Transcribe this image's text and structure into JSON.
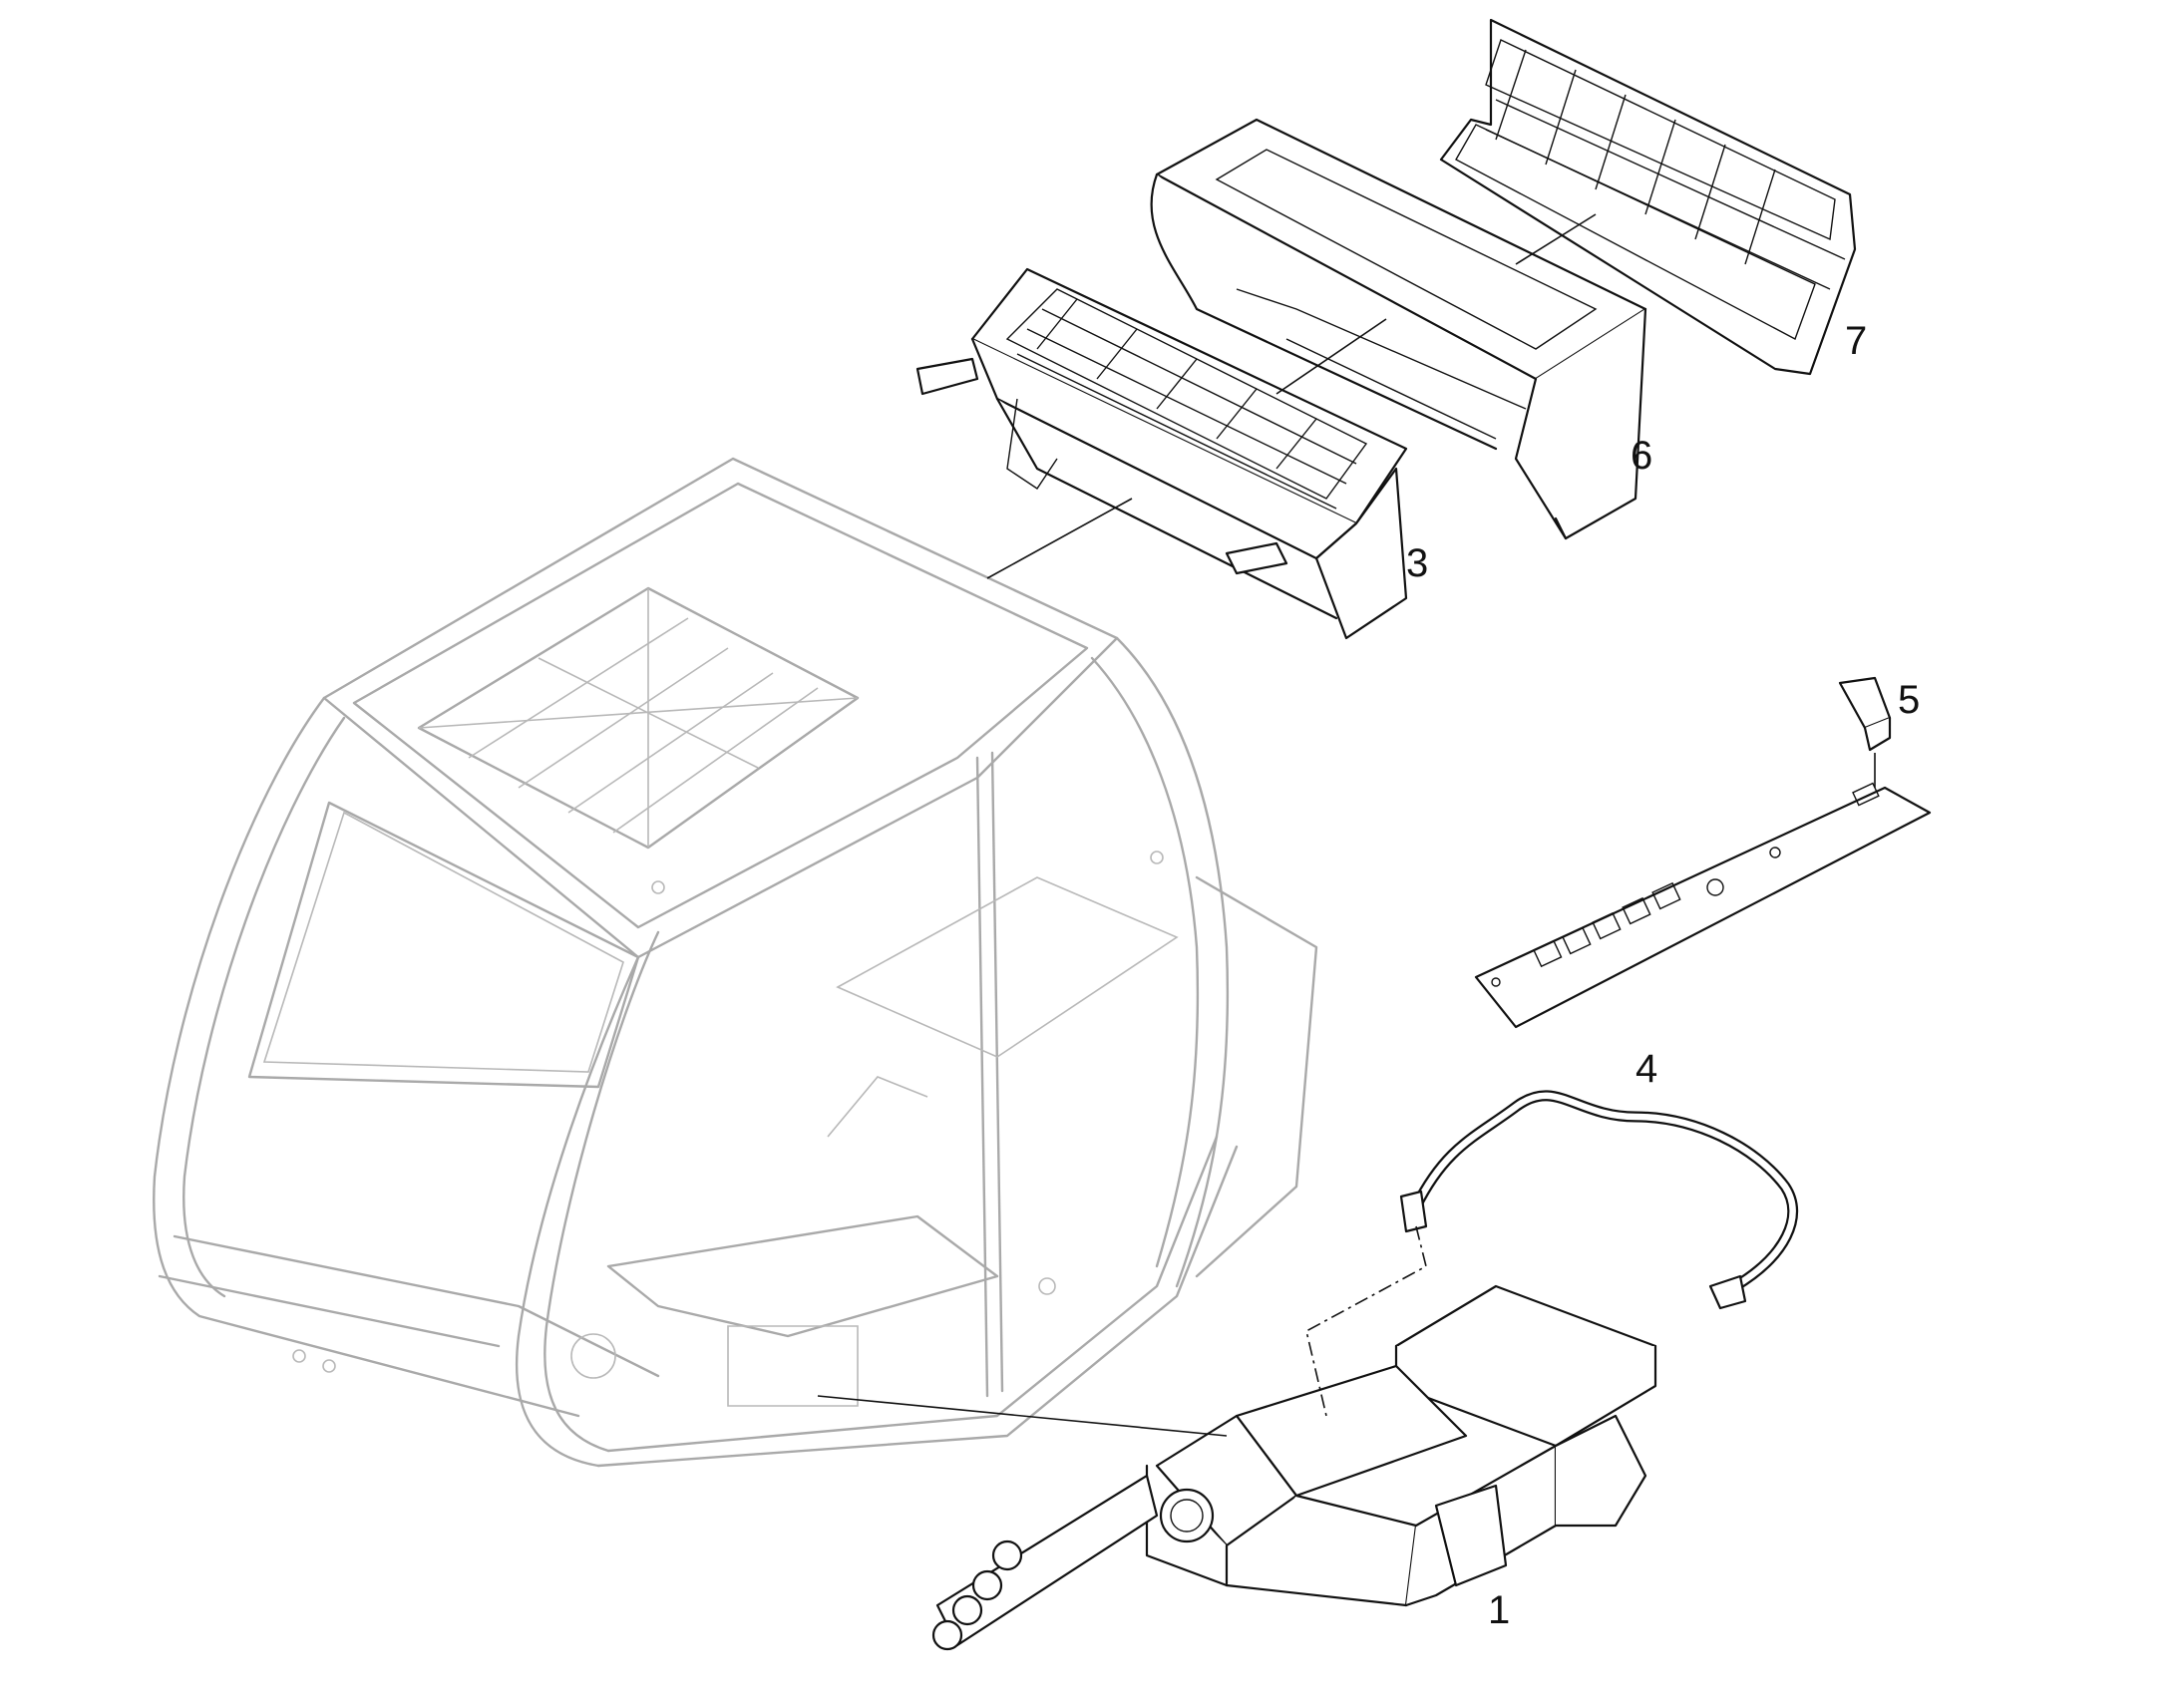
{
  "callouts": {
    "c1": "1",
    "c3": "3",
    "c4": "4",
    "c5": "5",
    "c6": "6",
    "c7": "7"
  },
  "colors": {
    "part_line": "#111111",
    "cab_line": "#a9a9a9",
    "background": "#ffffff"
  }
}
